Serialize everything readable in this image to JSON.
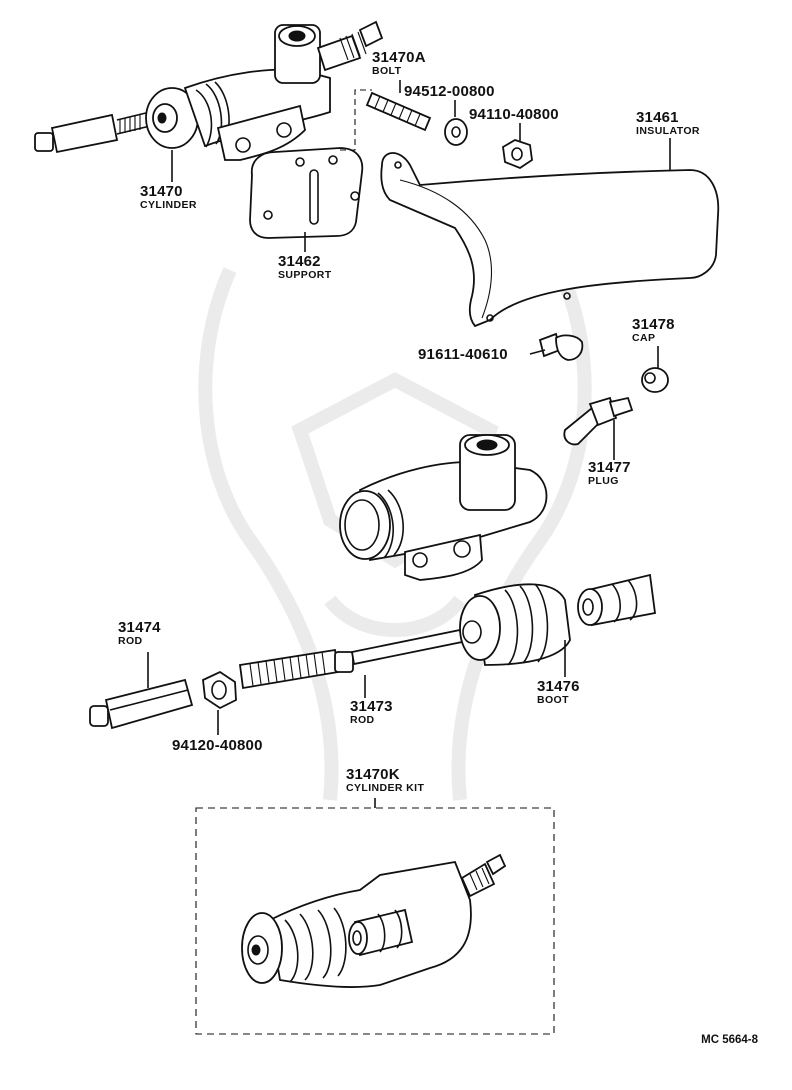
{
  "diagram": {
    "code": "MC 5664-8",
    "callouts": [
      {
        "id": "p31470",
        "part_no": "31470",
        "name": "CYLINDER"
      },
      {
        "id": "p31470a",
        "part_no": "31470A",
        "name": "BOLT"
      },
      {
        "id": "p94512",
        "part_no": "94512-00800",
        "name": ""
      },
      {
        "id": "p94110",
        "part_no": "94110-40800",
        "name": ""
      },
      {
        "id": "p31461",
        "part_no": "31461",
        "name": "INSULATOR"
      },
      {
        "id": "p31462",
        "part_no": "31462",
        "name": "SUPPORT"
      },
      {
        "id": "p91611",
        "part_no": "91611-40610",
        "name": ""
      },
      {
        "id": "p31478",
        "part_no": "31478",
        "name": "CAP"
      },
      {
        "id": "p31477",
        "part_no": "31477",
        "name": "PLUG"
      },
      {
        "id": "p31474",
        "part_no": "31474",
        "name": "ROD"
      },
      {
        "id": "p31473",
        "part_no": "31473",
        "name": "ROD"
      },
      {
        "id": "p31476",
        "part_no": "31476",
        "name": "BOOT"
      },
      {
        "id": "p94120",
        "part_no": "94120-40800",
        "name": ""
      },
      {
        "id": "p31470k",
        "part_no": "31470K",
        "name": "CYLINDER KIT"
      }
    ]
  }
}
